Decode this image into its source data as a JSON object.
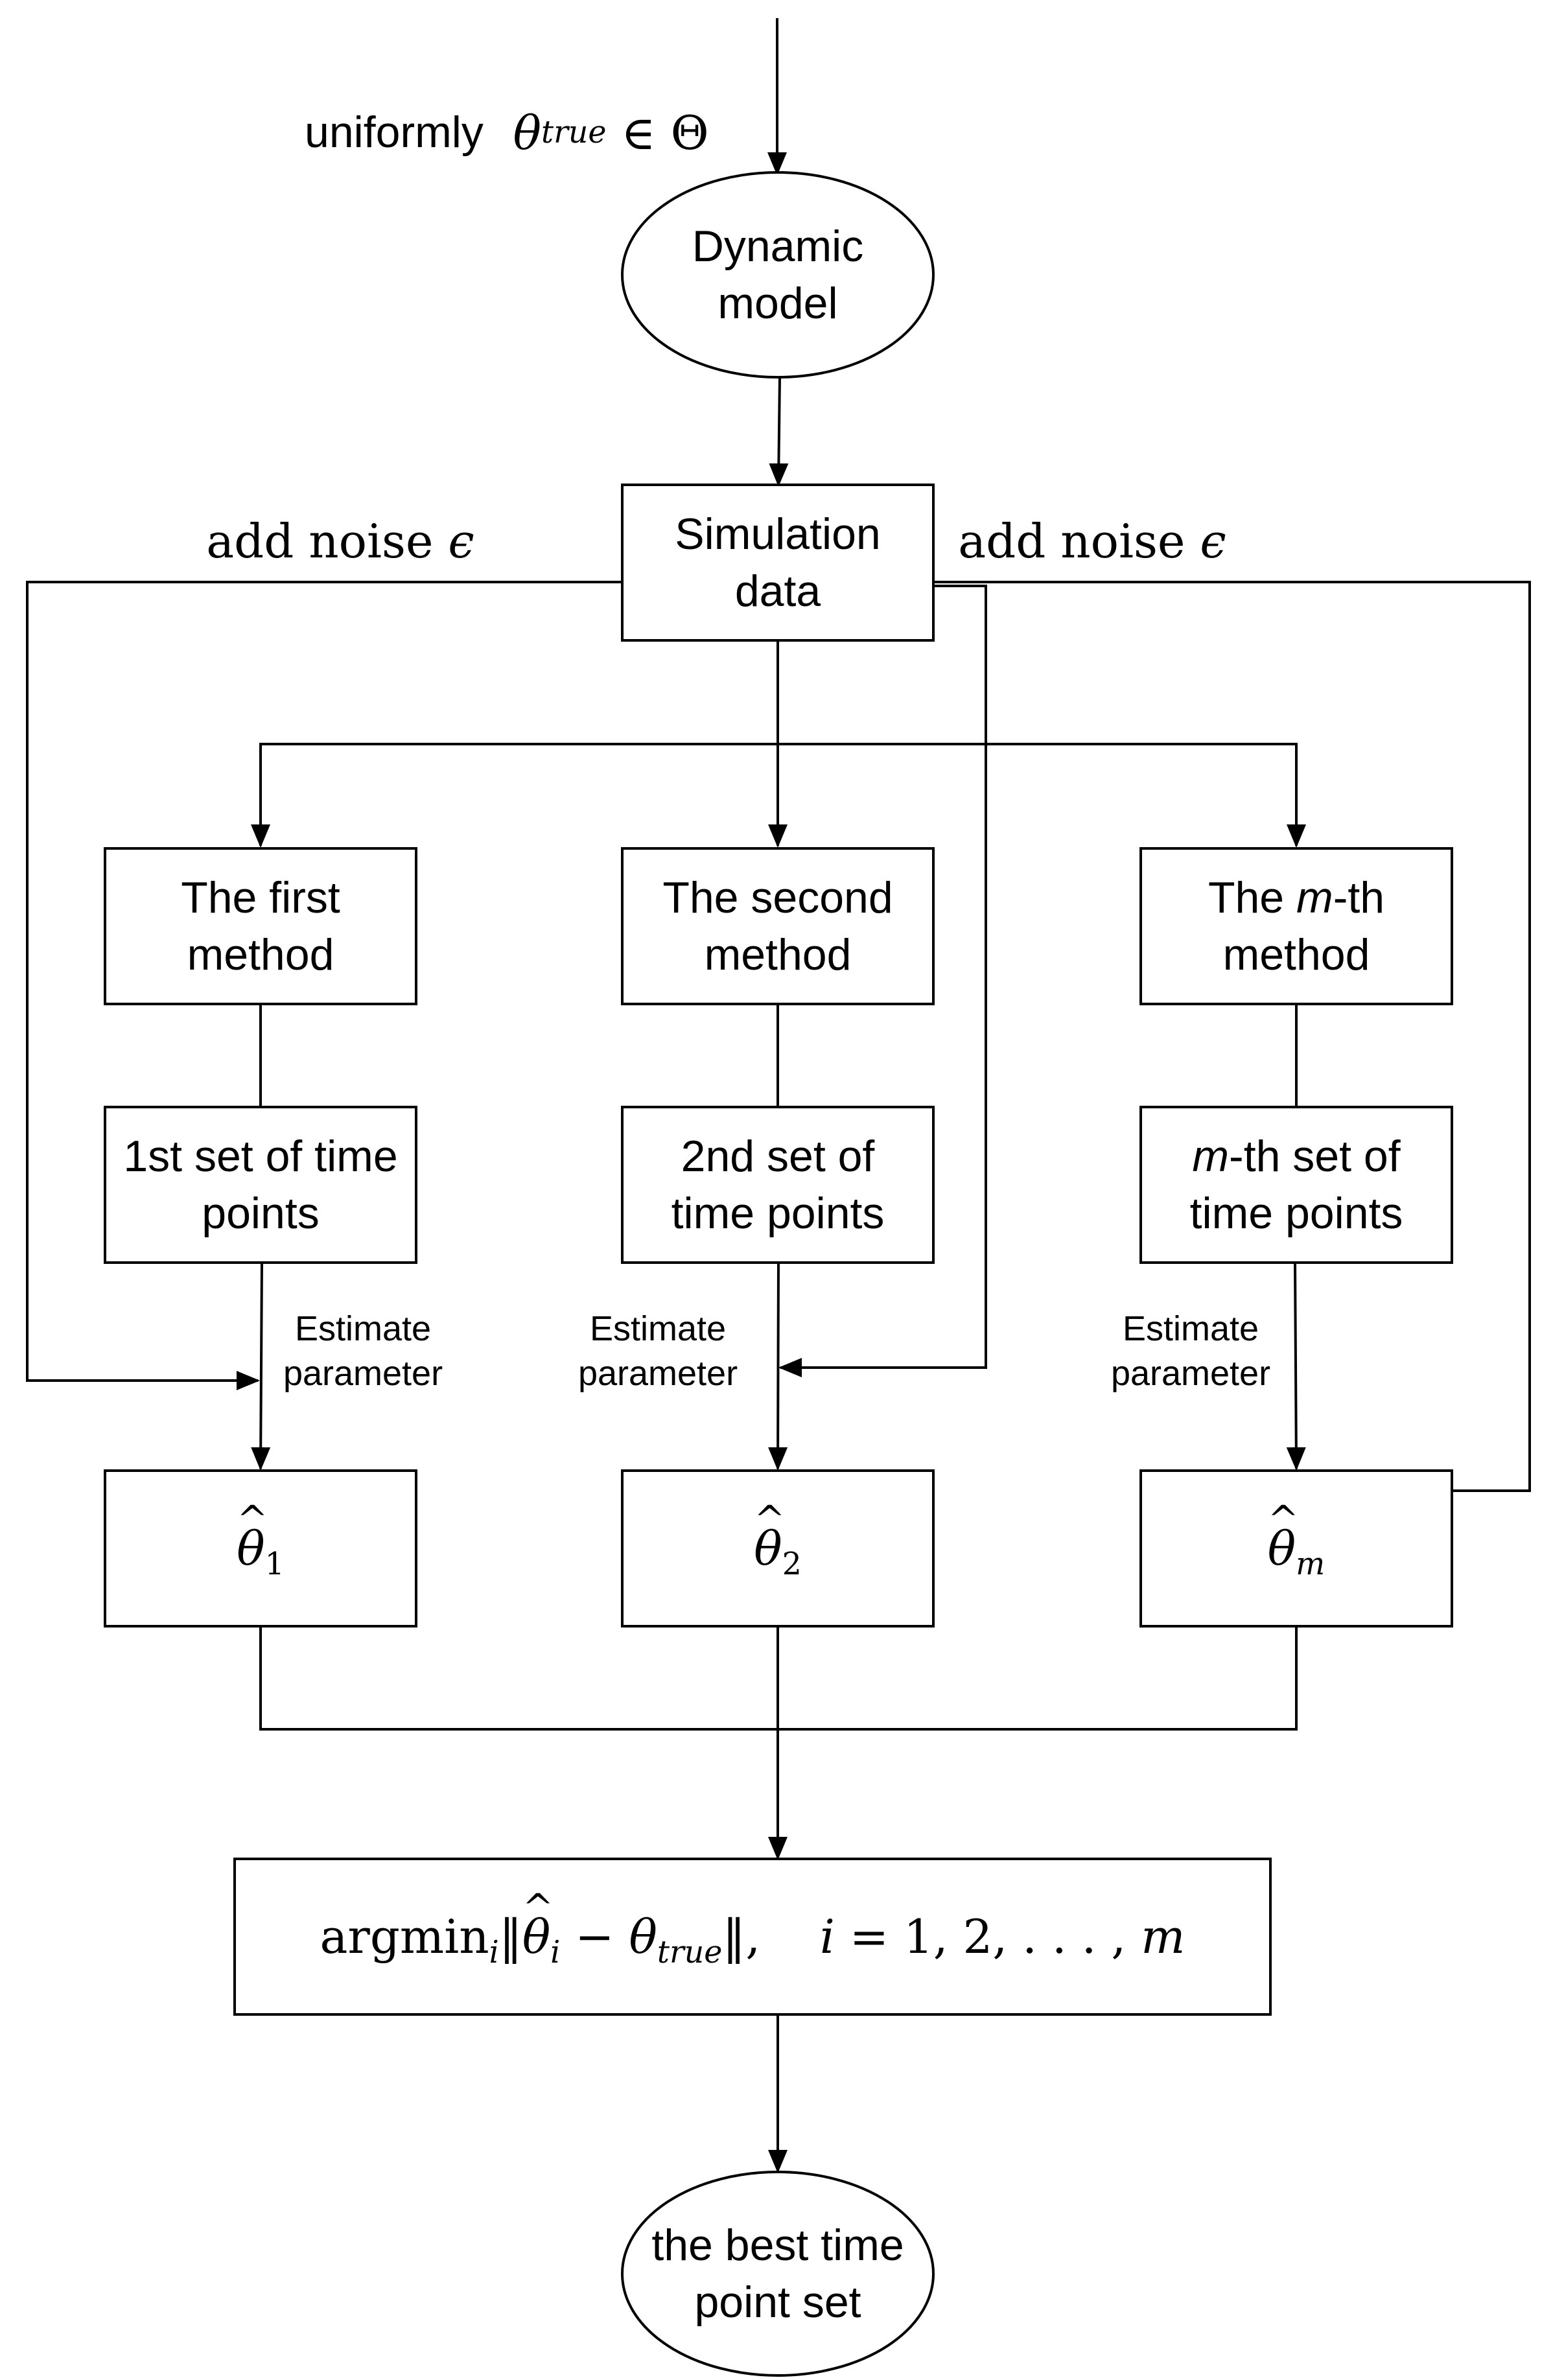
{
  "input_label": {
    "prefix": "uniformly",
    "symbol": "θ",
    "subscript": "true",
    "relation": "∈ Θ"
  },
  "nodes": {
    "dynamic_model": "Dynamic\nmodel",
    "simulation_data": "Simulation\ndata",
    "method_1": "The first\nmethod",
    "method_2": "The second\nmethod",
    "method_m_prefix": "The ",
    "method_m_var": "m",
    "method_m_suffix": "-th\nmethod",
    "timeset_1": "1st set of time\npoints",
    "timeset_2": "2nd set of\ntime points",
    "timeset_m_var": "m",
    "timeset_m_suffix": "-th set of\ntime points",
    "best_set": "the best time\npoint set"
  },
  "noise_labels": {
    "left": "add noise",
    "right": "add noise",
    "symbol": "ϵ"
  },
  "estimate_labels": {
    "left": "Estimate\nparameter",
    "middle": "Estimate\nparameter",
    "right": "Estimate\nparameter"
  },
  "estimates": {
    "symbol": "θ",
    "sub_1": "1",
    "sub_2": "2",
    "sub_m": "m"
  },
  "objective": {
    "op": "argmin",
    "op_sub": "i",
    "norm_open": "‖",
    "hat_symbol": "θ",
    "hat_sub": "i",
    "minus": " − ",
    "true_symbol": "θ",
    "true_sub": "true",
    "norm_close": "‖,",
    "index_var": "i",
    "index_range": " = 1, 2, . . . , ",
    "index_end": "m"
  }
}
